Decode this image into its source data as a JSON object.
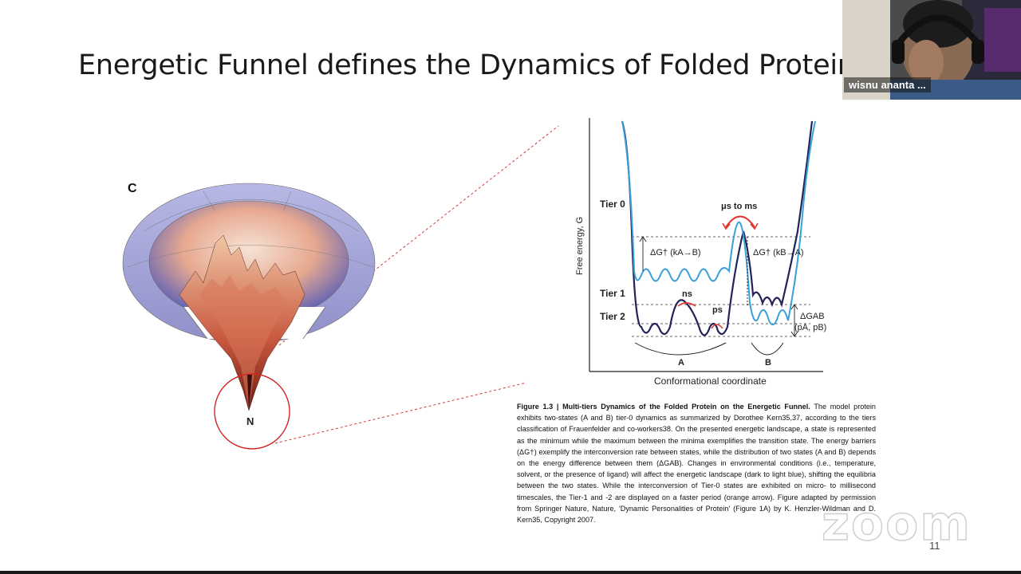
{
  "slide": {
    "title": "Energetic Funnel defines the Dynamics of Folded Protein",
    "slide_number": "11",
    "panel_label": "C",
    "native_label": "N"
  },
  "energy_chart": {
    "ylabel": "Free energy, G",
    "xlabel": "Conformational coordinate",
    "tier0": "Tier 0",
    "tier1": "Tier 1",
    "tier2": "Tier 2",
    "timescale_top": "μs to ms",
    "timescale_ns": "ns",
    "timescale_ps": "ps",
    "barrier_ab": "ΔG† (kA→B)",
    "barrier_ba": "ΔG† (kB→A)",
    "delta_g_ab": "ΔGAB",
    "pop_ab": "(pA, pB)",
    "state_a": "A",
    "state_b": "B",
    "colors": {
      "light_blue": "#3aa0d8",
      "dark_blue": "#23235a",
      "red_arrow": "#e0332f"
    }
  },
  "caption": {
    "bold": "Figure 1.3 | Multi-tiers Dynamics of the Folded Protein on the Energetic Funnel.",
    "text": " The model protein exhibits two-states (A and B) tier-0 dynamics as summarized by Dorothee Kern35,37, according to the tiers classification of Frauenfelder and co-workers38. On the presented energetic landscape, a state is represented as the minimum while the maximum between the minima exemplifies the transition state. The energy barriers (ΔG†) exemplify the interconversion rate between states, while the distribution of two states (A and B) depends on the energy difference between them (ΔGAB). Changes in environmental conditions (i.e., temperature, solvent, or the presence of ligand) will affect the energetic landscape (dark to light blue), shifting the equilibria between the two states. While the interconversion of Tier-0 states are exhibited on micro- to millisecond timescales, the Tier-1 and -2 are displayed on a faster period (orange arrow). Figure adapted by permission from Springer Nature, Nature, 'Dynamic Personalities of Protein' (Figure 1A) by K. Henzler-Wildman and D. Kern35, Copyright 2007."
  },
  "zoom": {
    "participant_name": "wisnu ananta ...",
    "watermark": "zoom"
  }
}
